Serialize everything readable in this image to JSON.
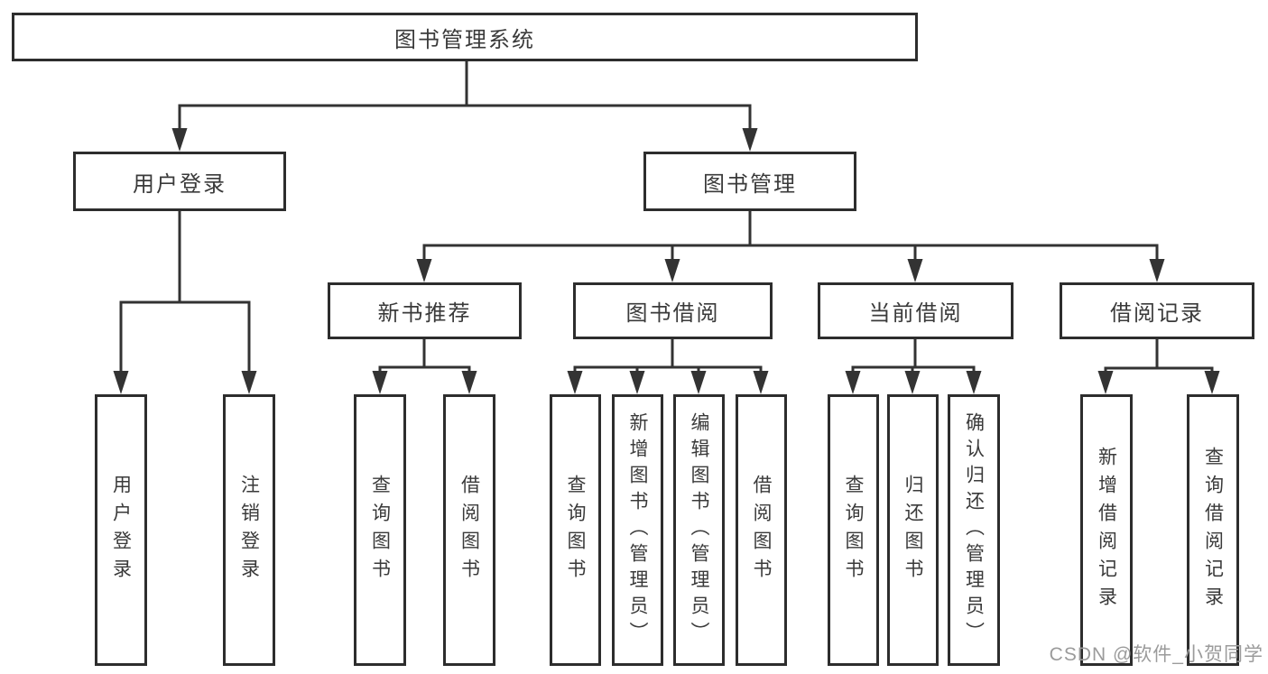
{
  "diagram_type": "hierarchy-tree",
  "tree": {
    "root": {
      "label": "图书管理系统"
    },
    "children": [
      {
        "label": "用户登录",
        "children": [
          {
            "label": "用户登录"
          },
          {
            "label": "注销登录"
          }
        ]
      },
      {
        "label": "图书管理",
        "children": [
          {
            "label": "新书推荐",
            "children": [
              {
                "label": "查询图书"
              },
              {
                "label": "借阅图书"
              }
            ]
          },
          {
            "label": "图书借阅",
            "children": [
              {
                "label": "查询图书"
              },
              {
                "label": "新增图书（管理员）"
              },
              {
                "label": "编辑图书（管理员）"
              },
              {
                "label": "借阅图书"
              }
            ]
          },
          {
            "label": "当前借阅",
            "children": [
              {
                "label": "查询图书"
              },
              {
                "label": "归还图书"
              },
              {
                "label": "确认归还（管理员）"
              }
            ]
          },
          {
            "label": "借阅记录",
            "children": [
              {
                "label": "新增借阅记录"
              },
              {
                "label": "查询借阅记录"
              }
            ]
          }
        ]
      }
    ]
  },
  "watermark": {
    "text": "CSDN @软件_小贺同学",
    "color": "#9b9b9b"
  },
  "colors": {
    "background": "#ffffff",
    "box_fill": "#ffffff",
    "box_border": "#2d2d2d",
    "line": "#333333",
    "text": "#3a3a3a"
  }
}
